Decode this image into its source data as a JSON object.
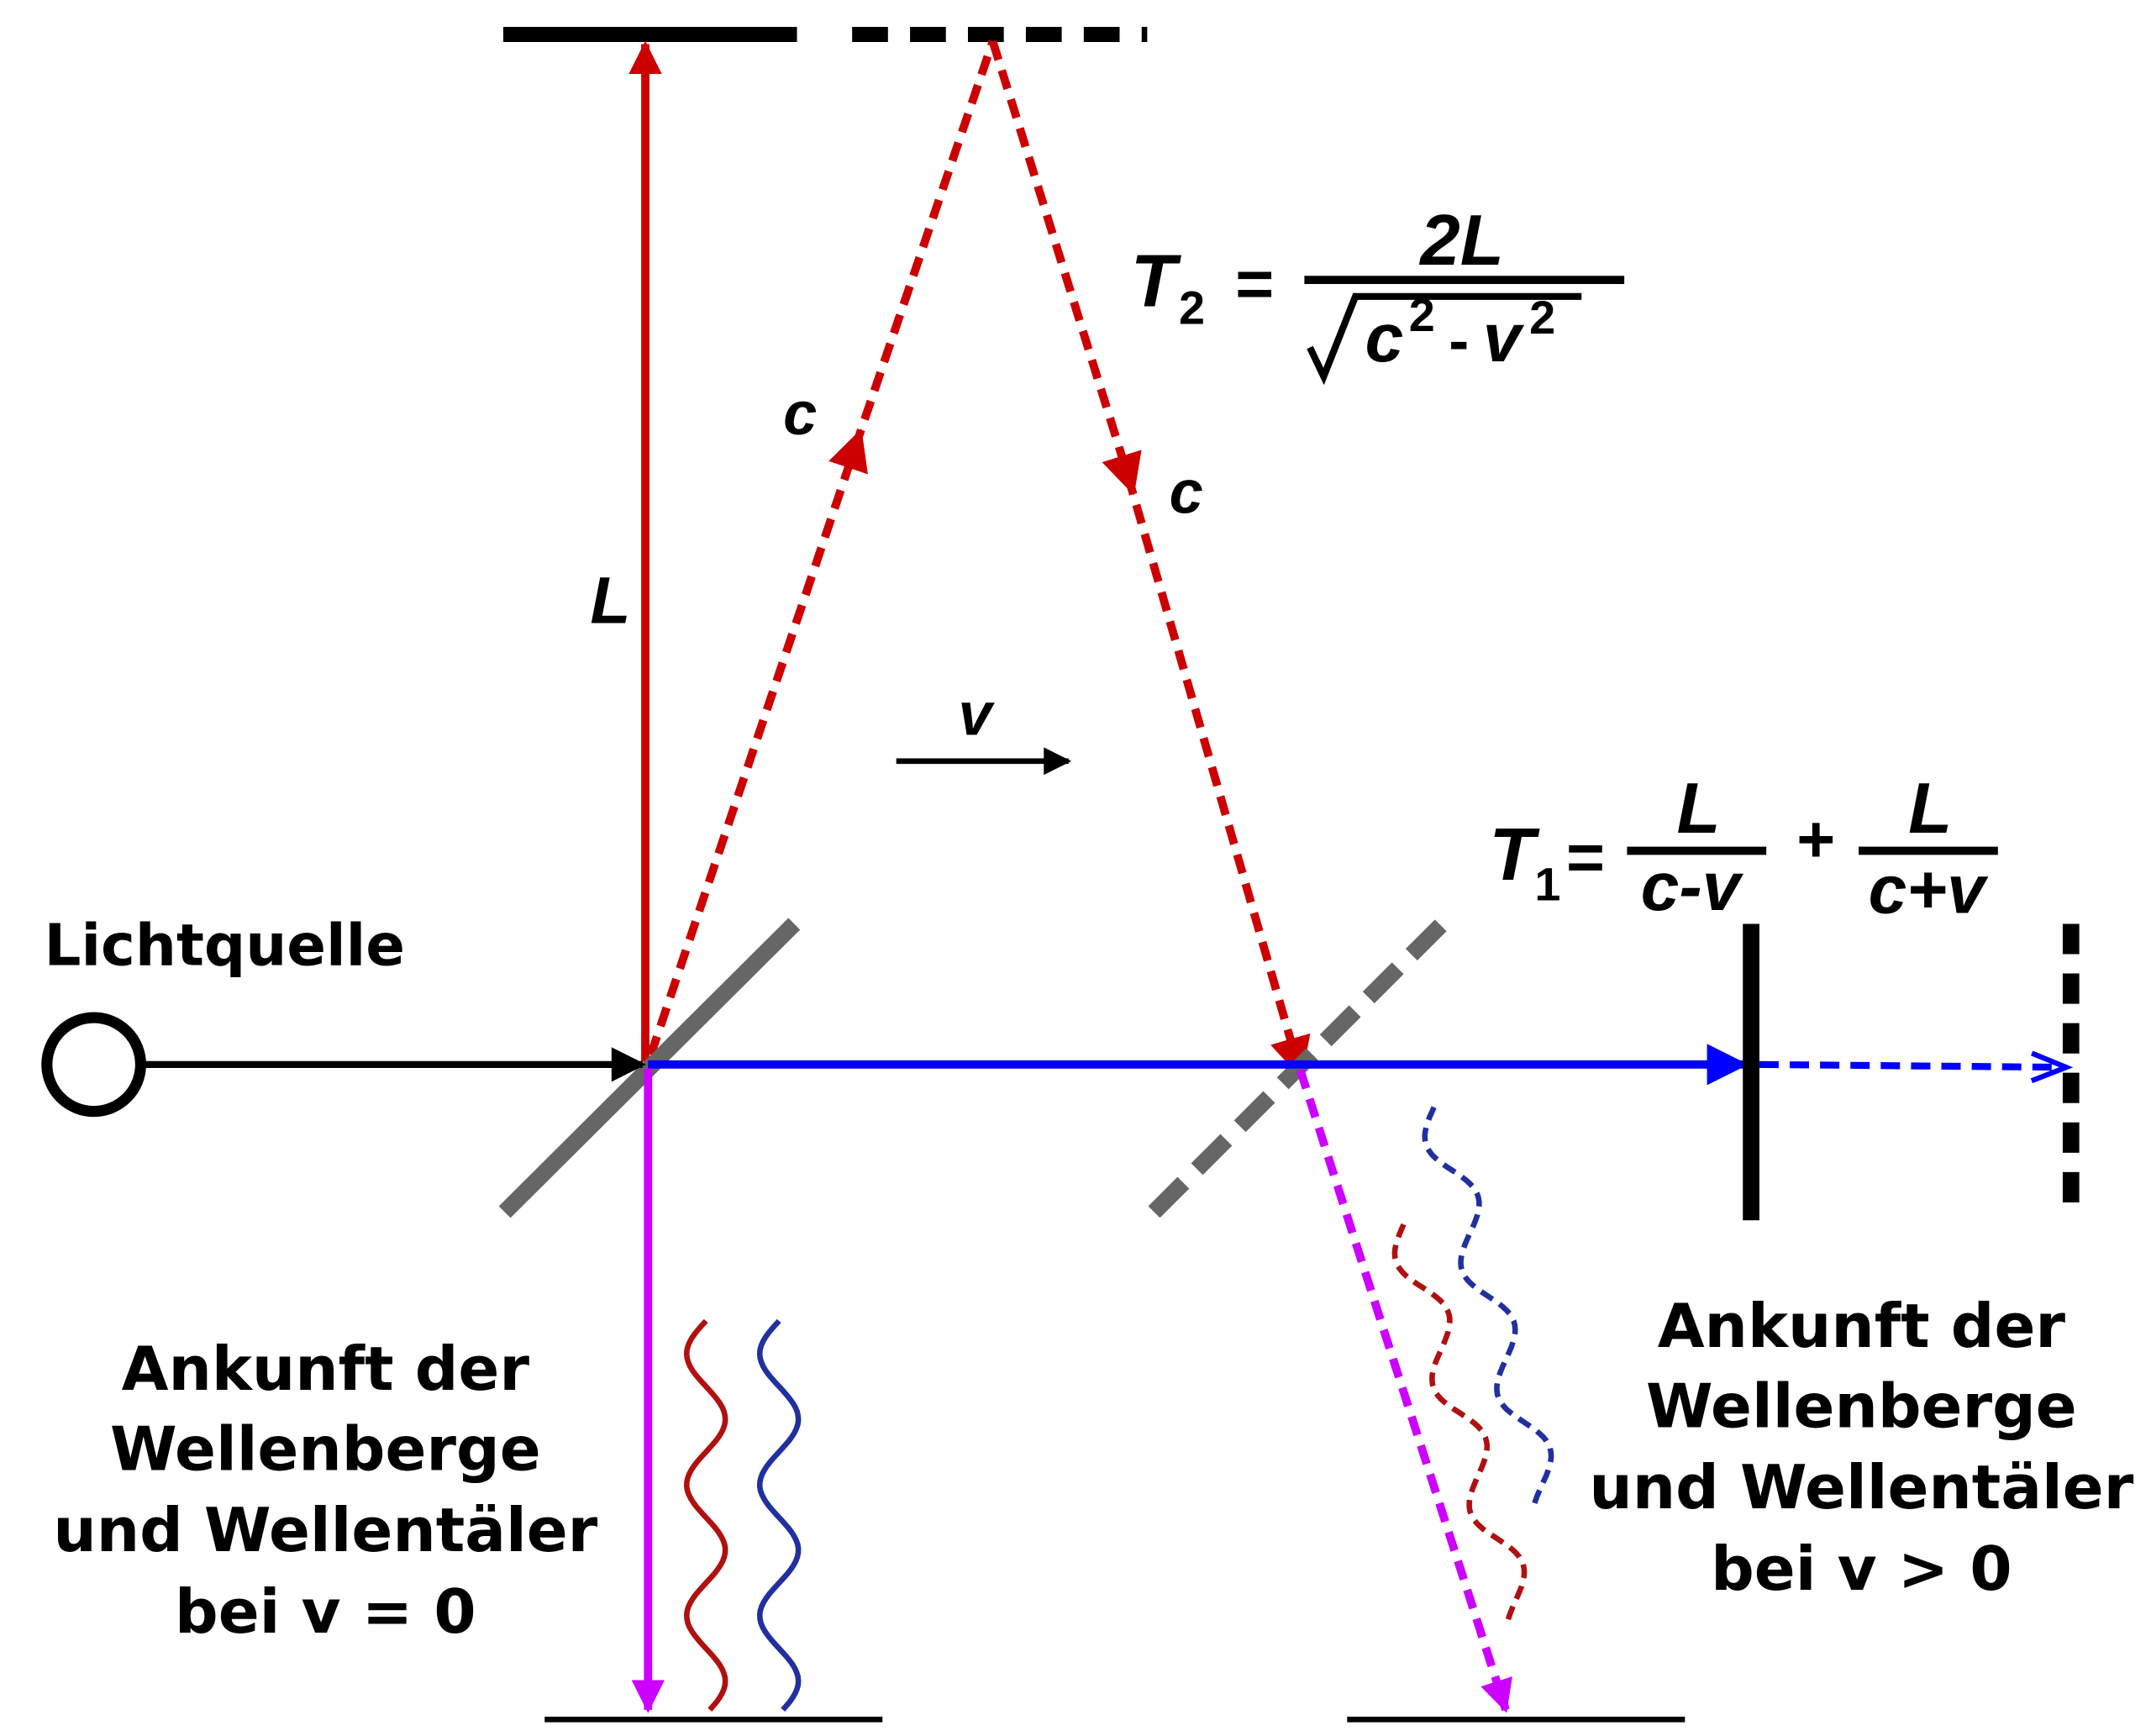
{
  "labels": {
    "light_source": "Lichtquelle",
    "length": "L",
    "speed_up": "c",
    "speed_down": "c",
    "velocity": "v"
  },
  "formula_t2": {
    "lhs": "T",
    "lhs_sub": "2",
    "equals": "=",
    "numerator": "2L",
    "denominator_c": "c",
    "denominator_exp1": "2",
    "denominator_minus": "-",
    "denominator_v": "v",
    "denominator_exp2": "2"
  },
  "formula_t1": {
    "lhs": "T",
    "lhs_sub": "1",
    "equals": "=",
    "num1": "L",
    "den1": "c-v",
    "plus": "+",
    "num2": "L",
    "den2": "c+v"
  },
  "caption_left": [
    "Ankunft der",
    "Wellenberge",
    "und Wellentäler",
    "bei v = 0"
  ],
  "caption_right": [
    "Ankunft der",
    "Wellenberge",
    "und Wellentäler",
    "bei v > 0"
  ],
  "colors": {
    "red": "#cc0000",
    "blue": "#0000ff",
    "magenta": "#cc00ff",
    "grey": "#666666",
    "wave_red": "#b01010",
    "wave_blue": "#2030a0"
  }
}
